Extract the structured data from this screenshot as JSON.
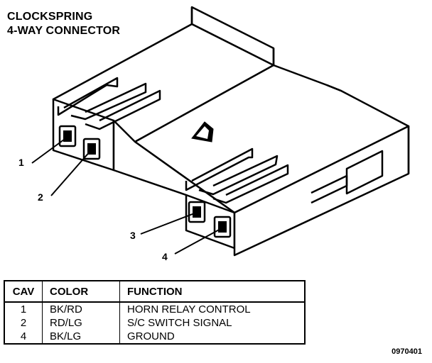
{
  "title": {
    "line1": "CLOCKSPRING",
    "line2": "4-WAY CONNECTOR"
  },
  "pin_labels": [
    "1",
    "2",
    "3",
    "4"
  ],
  "table": {
    "headers": {
      "cav": "CAV",
      "color": "COLOR",
      "function": "FUNCTION"
    },
    "rows": [
      {
        "cav": "1",
        "color": "BK/RD",
        "function": "HORN RELAY CONTROL"
      },
      {
        "cav": "2",
        "color": "RD/LG",
        "function": "S/C SWITCH SIGNAL"
      },
      {
        "cav": "4",
        "color": "BK/LG",
        "function": "GROUND"
      }
    ]
  },
  "figure_code": "0970401"
}
